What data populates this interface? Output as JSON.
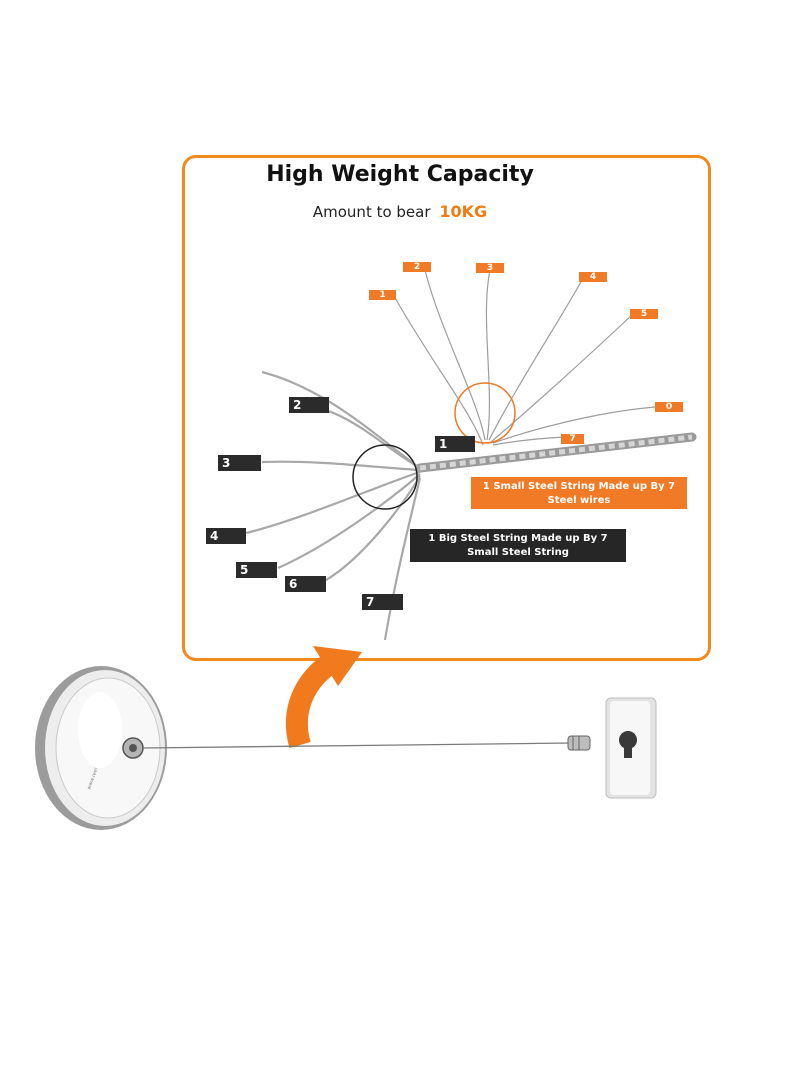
{
  "panel": {
    "title": "High Weight Capacity",
    "subtitle_prefix": "Amount to bear",
    "subtitle_value": "10KG"
  },
  "callouts": {
    "small_string": "1 Small Steel String Made up By 7 Steel wires",
    "big_string": "1 Big Steel String Made up By 7 Small Steel String"
  },
  "big_strand_labels": [
    "1",
    "2",
    "3",
    "4",
    "5",
    "6",
    "7"
  ],
  "small_wire_labels": [
    "1",
    "2",
    "3",
    "4",
    "5",
    "0",
    "7"
  ],
  "colors": {
    "accent": "#f07a25",
    "panel_border": "#f08a1c",
    "dark_label": "#2b2b2b"
  },
  "icons": {
    "arrow": "curved-arrow-icon",
    "reel": "retractable-reel",
    "hook": "wall-hook-plate"
  }
}
